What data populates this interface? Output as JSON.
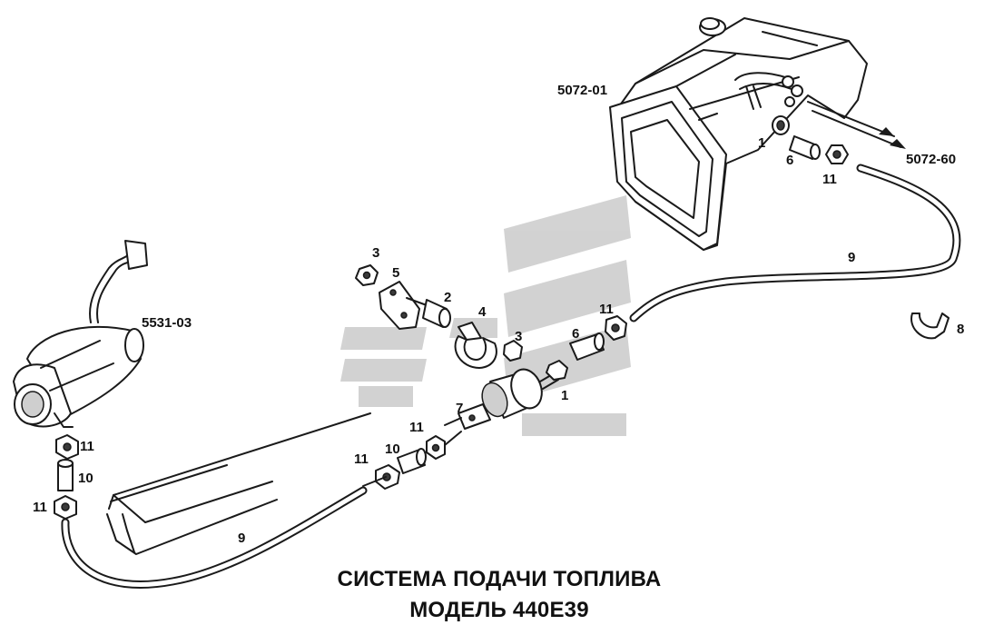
{
  "title": {
    "line1": "СИСТЕМА ПОДАЧИ ТОПЛИВА",
    "line2": "МОДЕЛЬ 440E39"
  },
  "callouts": {
    "tank_code": "5072-01",
    "outlet_code": "5072-60",
    "heater_code": "5531-03",
    "c1_tank": "1",
    "c6_tank": "6",
    "c11_tank": "11",
    "c9_upper": "9",
    "c8": "8",
    "c3_top": "3",
    "c5": "5",
    "c2": "2",
    "c4": "4",
    "c3_mid": "3",
    "c6_mid": "6",
    "c11_mid_right": "11",
    "c1_mid": "1",
    "c7": "7",
    "c11_mid_left": "11",
    "c10_mid": "10",
    "c11_lower": "11",
    "c11_heater_top": "11",
    "c10_heater": "10",
    "c11_heater_bottom": "11",
    "c9_lower": "9"
  },
  "watermark_color": "#c9c9c9"
}
